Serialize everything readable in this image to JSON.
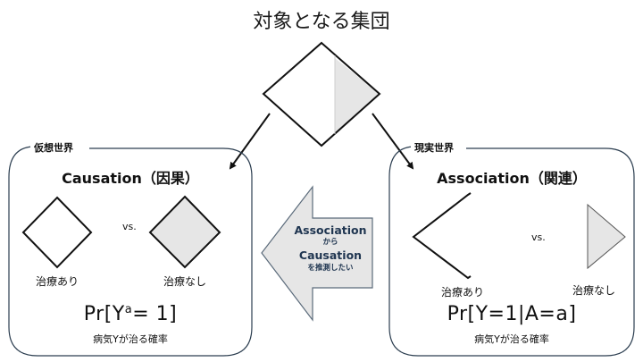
{
  "title": "対象となる集団",
  "colors": {
    "stroke": "#111111",
    "gray_fill": "#e6e6e6",
    "panel_border": "#2c3e50",
    "arrow_text": "#1f3550",
    "arrow_border": "#5a6a7a"
  },
  "left_panel": {
    "world_label": "仮想世界",
    "title": "Causation（因果）",
    "vs": "vs.",
    "group_treated": "治療あり",
    "group_untreated": "治療なし",
    "formula_main": "Pr[Y",
    "formula_sup": "a",
    "formula_rest": "= 1]",
    "caption": "病気Yが治る確率"
  },
  "right_panel": {
    "world_label": "現実世界",
    "title": "Association（関連）",
    "vs": "vs.",
    "group_treated": "治療あり",
    "group_untreated": "治療なし",
    "formula": "Pr[Y=1|A=a]",
    "caption": "病気Yが治る確率"
  },
  "center_arrow": {
    "line1": "Association",
    "line2": "から",
    "line3": "Causation",
    "line4": "を推測したい"
  }
}
